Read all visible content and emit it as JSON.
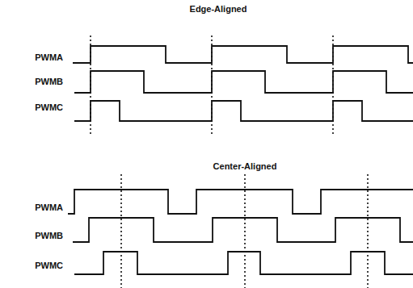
{
  "diagram": {
    "labels": [
      "Edge-Aligned",
      "PWMA",
      "PWMB",
      "PWMC",
      "Center-Aligned",
      "PWMA",
      "PWMB",
      "PWMC"
    ]
  }
}
